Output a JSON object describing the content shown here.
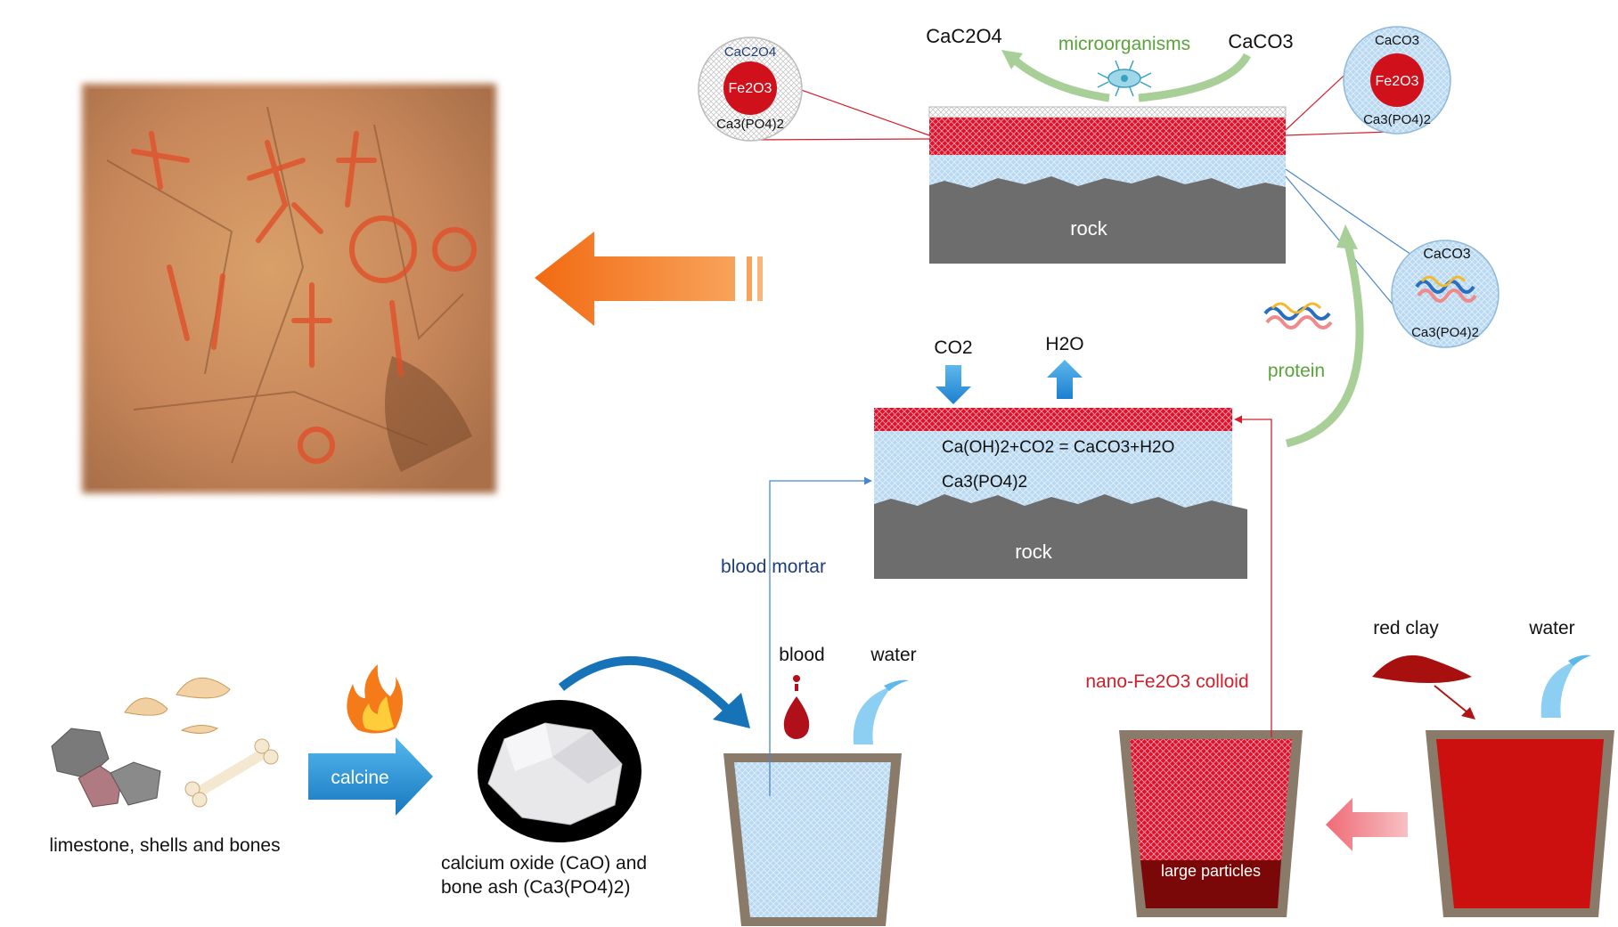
{
  "colors": {
    "red": "#e0102a",
    "dark_red": "#7a0808",
    "blue_fill": "#b9d9f2",
    "rock": "#6d6d6d",
    "green": "#5aa33b",
    "navy_text": "#1f3f7a",
    "orange": "#f47a1a",
    "arrow_blue": "#1e8fd6"
  },
  "top_panel": {
    "left_bubble": {
      "top": "CaC2O4",
      "middle": "Fe2O3",
      "bottom": "Ca3(PO4)2"
    },
    "right_bubble": {
      "top": "CaCO3",
      "middle": "Fe2O3",
      "bottom": "Ca3(PO4)2"
    },
    "cac2o4_label": "CaC2O4",
    "microorganisms_label": "microorganisms",
    "caco3_label": "CaCO3",
    "rock_label": "rock",
    "protein_bubble": {
      "top": "CaCO3",
      "bottom": "Ca3(PO4)2"
    },
    "protein_label": "protein"
  },
  "mid_panel": {
    "co2_label": "CO2",
    "h2o_label": "H2O",
    "reaction": "Ca(OH)2+CO2 = CaCO3+H2O",
    "phosphate": "Ca3(PO4)2",
    "rock_label": "rock"
  },
  "bottom": {
    "raw_label": "limestone, shells and bones",
    "calcine_label": "calcine",
    "product_label_line1": "calcium oxide (CaO) and",
    "product_label_line2": "bone ash (Ca3(PO4)2)",
    "blood_label": "blood",
    "water_label_1": "water",
    "blood_mortar_label": "blood mortar",
    "nano_label": "nano-Fe2O3 colloid",
    "large_particles_label": "large particles",
    "red_clay_label": "red clay",
    "water_label_2": "water"
  },
  "photo": {
    "icon": "rock-art-photo"
  }
}
